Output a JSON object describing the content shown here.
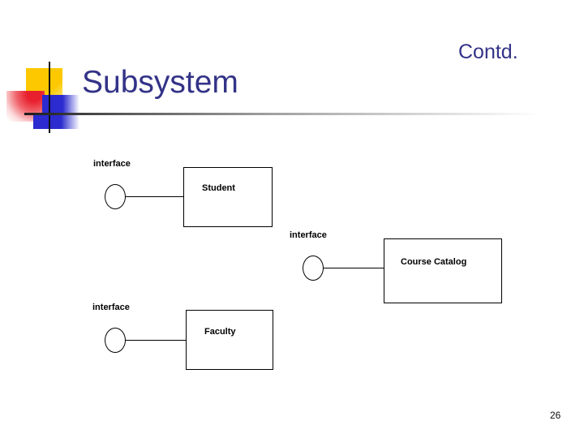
{
  "slide": {
    "title": "Subsystem",
    "contd_label": "Contd.",
    "page_number": "26",
    "colors": {
      "title_text": "#333388",
      "accent_yellow": "#fdc800",
      "accent_red": "#e8202e",
      "accent_blue": "#2b2bcf",
      "rule_gray": "#9a9a9a",
      "diagram_stroke": "#000000"
    }
  },
  "diagrams": [
    {
      "interface_label": "interface",
      "name": "Student"
    },
    {
      "interface_label": "interface",
      "name": "Course Catalog"
    },
    {
      "interface_label": "interface",
      "name": "Faculty"
    }
  ]
}
